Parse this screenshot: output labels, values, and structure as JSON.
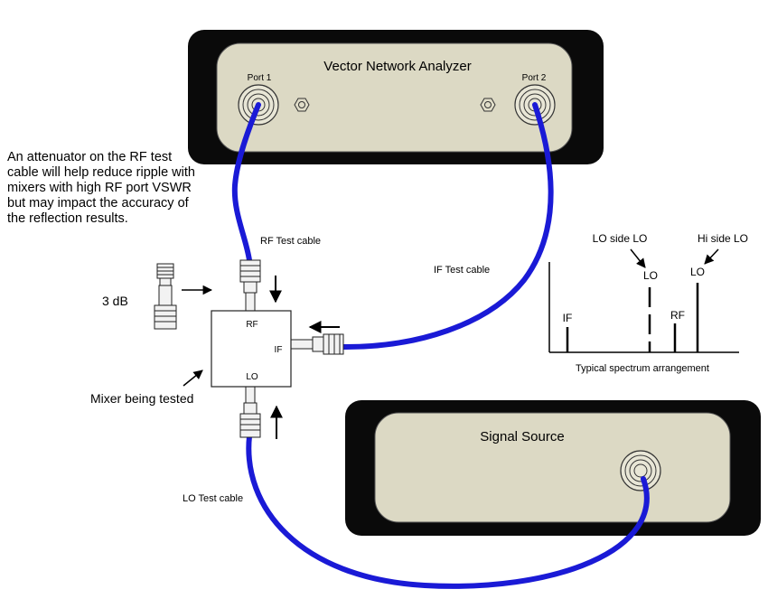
{
  "instruments": {
    "vna": {
      "title": "Vector Network Analyzer",
      "port1_label": "Port 1",
      "port2_label": "Port 2"
    },
    "signal_source": {
      "title": "Signal Source"
    }
  },
  "mixer": {
    "caption": "Mixer being tested",
    "rf_label": "RF",
    "if_label": "IF",
    "lo_label": "LO"
  },
  "attenuator": {
    "label": "3 dB"
  },
  "cables": {
    "rf": "RF Test cable",
    "if": "IF Test cable",
    "lo": "LO Test cable"
  },
  "note": "An attenuator on the RF test cable will help reduce ripple with mixers with high RF port VSWR but may impact the accuracy of the reflection results.",
  "spectrum": {
    "caption": "Typical spectrum arrangement",
    "if_label": "IF",
    "rf_label": "RF",
    "lo_low_label": "LO",
    "lo_high_label": "LO",
    "lo_low_callout": "LO side LO",
    "lo_high_callout": "Hi side LO"
  },
  "colors": {
    "cable": "#1a1ad6",
    "instrument_case": "#0a0a0a",
    "instrument_panel": "#dcd9c4"
  }
}
